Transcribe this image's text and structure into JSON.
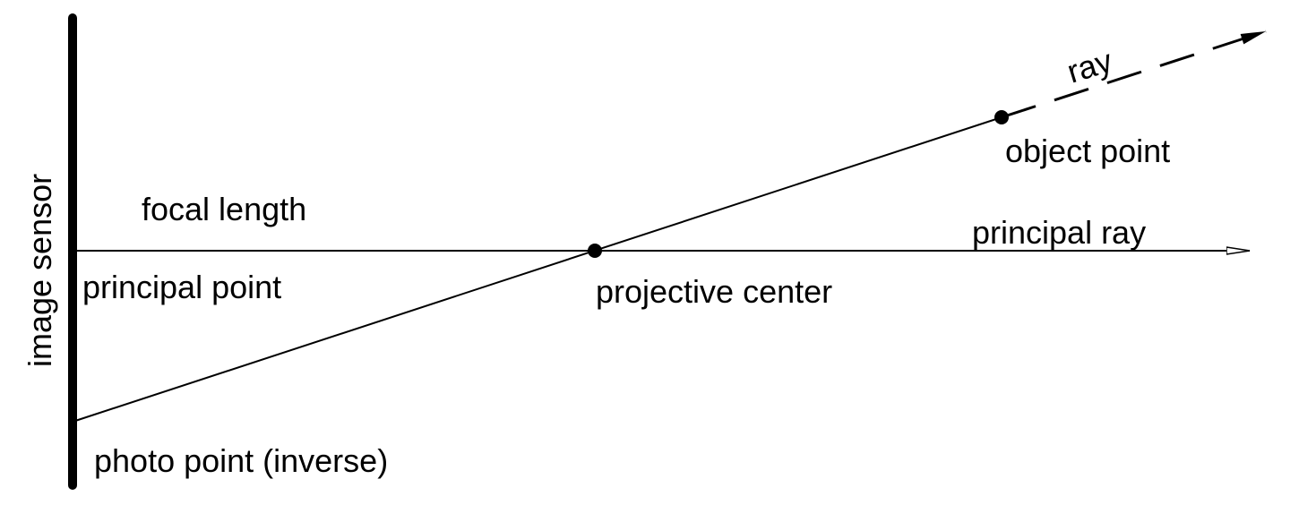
{
  "labels": {
    "image_sensor": "image sensor",
    "focal_length": "focal length",
    "principal_point": "principal point",
    "photo_point": "photo point (inverse)",
    "projective_center": "projective center",
    "principal_ray": "principal ray",
    "object_point": "object point",
    "ray": "ray"
  },
  "colors": {
    "stroke": "#000000",
    "background": "#ffffff"
  }
}
